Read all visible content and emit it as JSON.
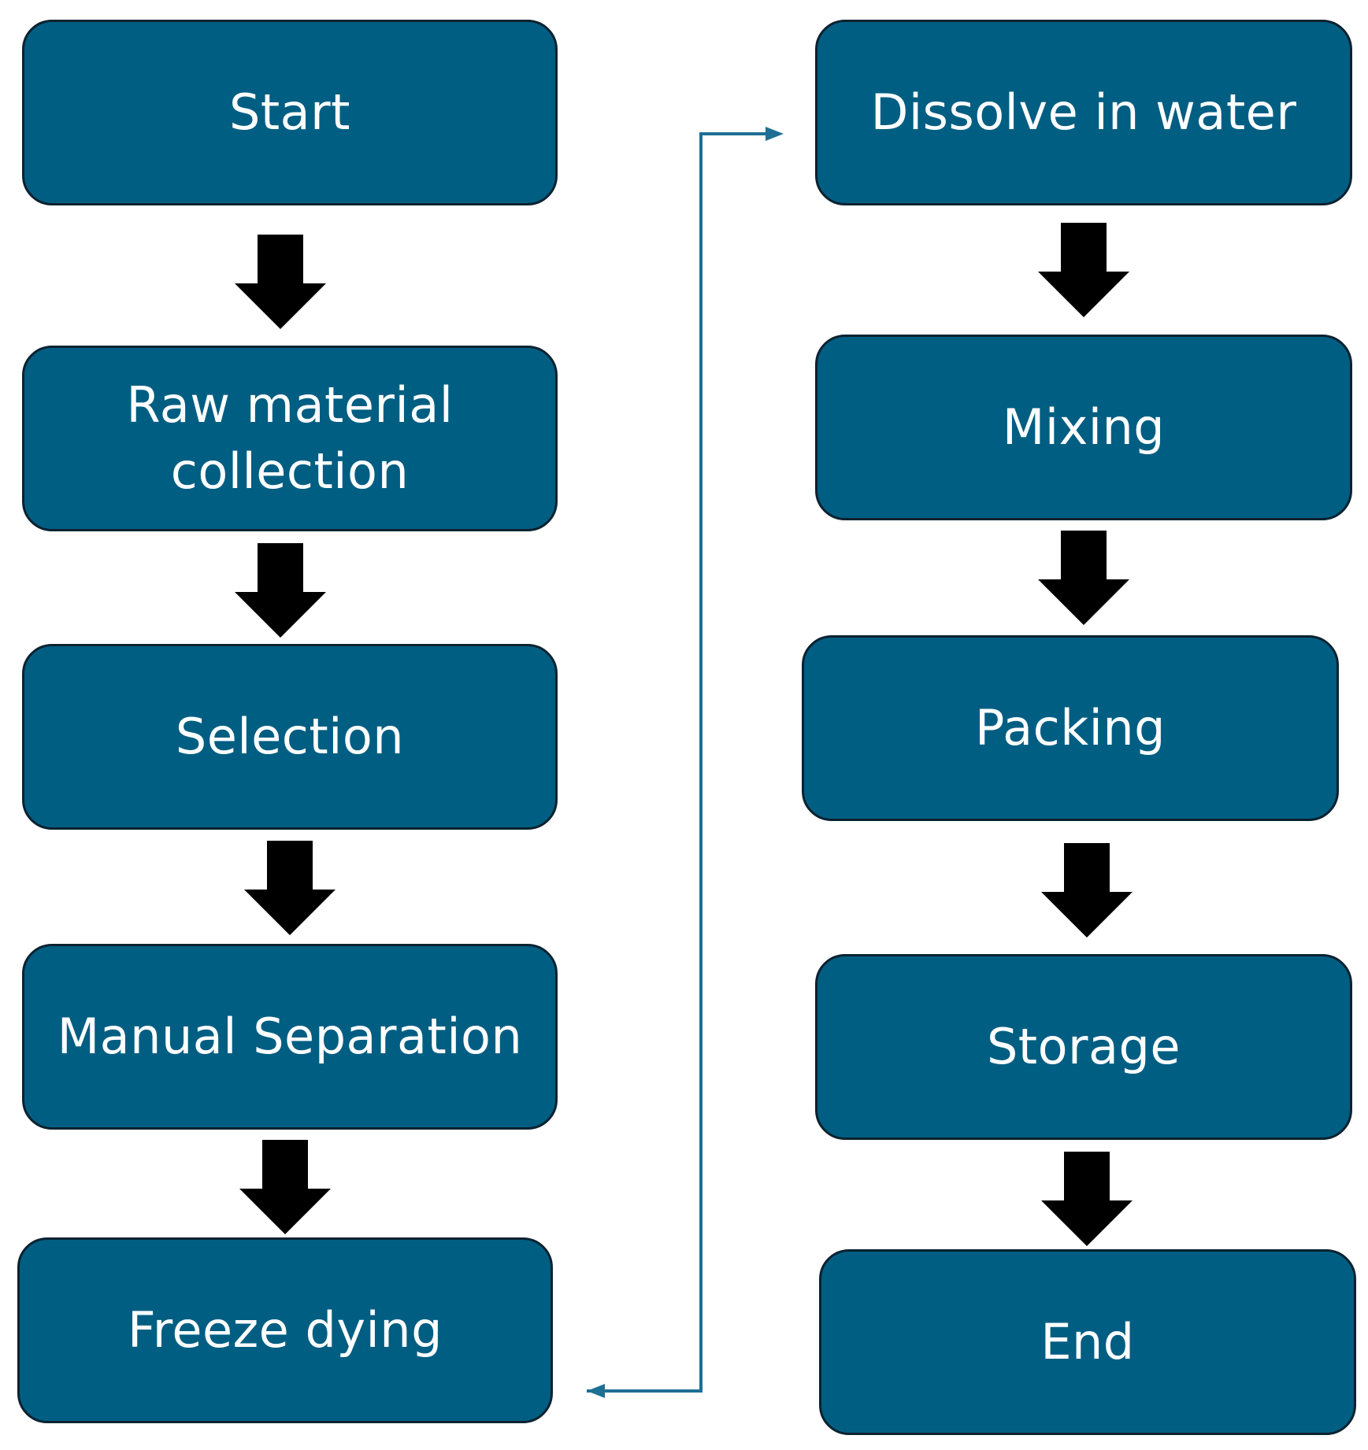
{
  "colors": {
    "box_fill": "#005e82",
    "box_border": "#0b2230",
    "box_text": "#ffffff",
    "block_arrow": "#000000",
    "connector": "#1f6f94"
  },
  "steps": [
    {
      "label": "Start"
    },
    {
      "label": "Raw material collection"
    },
    {
      "label": "Selection"
    },
    {
      "label": "Manual Separation"
    },
    {
      "label": "Freeze dying"
    },
    {
      "label": "Dissolve in water"
    },
    {
      "label": "Mixing"
    },
    {
      "label": "Packing"
    },
    {
      "label": "Storage"
    },
    {
      "label": "End"
    }
  ]
}
